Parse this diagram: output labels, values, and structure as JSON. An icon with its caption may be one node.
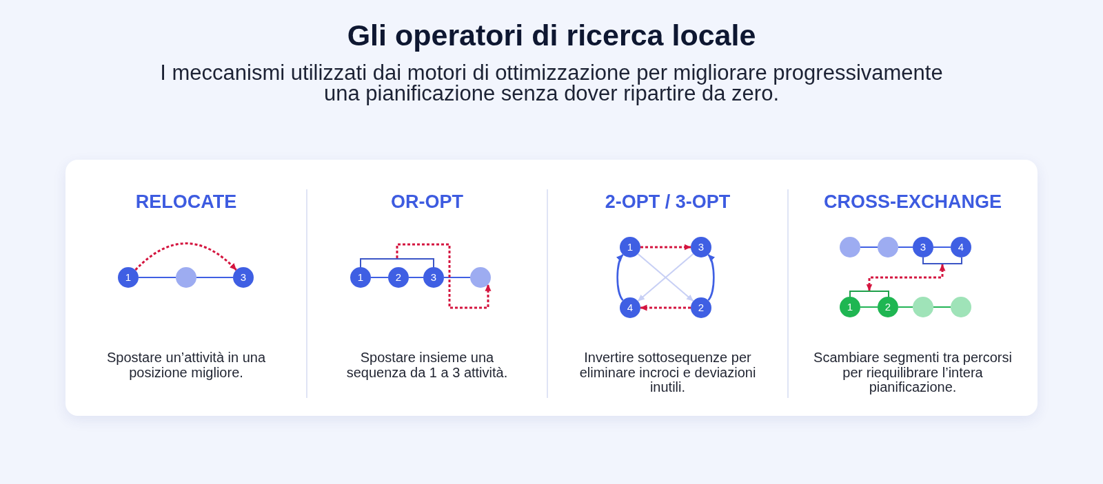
{
  "diagram": {
    "title": "Gli operatori di ricerca locale",
    "nodes": [
      {
        "text": [
          "RELOCATE",
          "Spostare un’attività in una posizione migliore."
        ]
      },
      {
        "text": [
          "1"
        ],
        "in": 0
      },
      {
        "text": [],
        "shape": "circle",
        "in": 0
      },
      {
        "text": [
          "3"
        ],
        "in": 0
      },
      {
        "text": [
          "OR-OPT",
          "Spostare insieme una sequenza da 1 a 3 attività."
        ]
      },
      {
        "text": [],
        "shape": "bracket",
        "in": 4
      },
      {
        "text": [
          "1"
        ],
        "in": 4
      },
      {
        "text": [
          "2"
        ],
        "in": 4
      },
      {
        "text": [
          "3"
        ],
        "in": 4
      },
      {
        "text": [],
        "shape": "circle",
        "in": 4
      },
      {
        "text": [
          "2-OPT / 3-OPT",
          "Invertire sottosequenze per eliminare incroci e deviazioni inutili."
        ]
      },
      {
        "text": [
          "1"
        ],
        "in": 10
      },
      {
        "text": [
          "3"
        ],
        "in": 10
      },
      {
        "text": [
          "4"
        ],
        "in": 10
      },
      {
        "text": [
          "2"
        ],
        "in": 10
      },
      {
        "text": [
          "CROSS-EXCHANGE",
          "Scambiare segmenti tra percorsi per riequilibrare l’intera pianificazione."
        ]
      },
      {
        "text": [],
        "shape": "circle",
        "in": 15
      },
      {
        "text": [],
        "shape": "circle",
        "in": 15
      },
      {
        "text": [
          "3"
        ],
        "in": 15
      },
      {
        "text": [
          "4"
        ],
        "in": 15
      },
      {
        "text": [],
        "shape": "bracket",
        "in": 15
      },
      {
        "text": [],
        "shape": "bracket",
        "in": 15
      },
      {
        "text": [
          "1"
        ],
        "in": 15
      },
      {
        "text": [
          "2"
        ],
        "in": 15
      },
      {
        "text": [],
        "shape": "circle",
        "in": 15
      },
      {
        "text": [],
        "shape": "circle",
        "in": 15
      }
    ],
    "edges": [
      {
        "from": 1,
        "to": 2,
        "arrow": "none"
      },
      {
        "from": 2,
        "to": 3,
        "arrow": "none"
      },
      {
        "from": 1,
        "to": 3,
        "arrow": "to",
        "style": "dashed",
        "color": "#d4153f"
      },
      {
        "from": 6,
        "to": 7,
        "arrow": "none"
      },
      {
        "from": 7,
        "to": 8,
        "arrow": "none"
      },
      {
        "from": 8,
        "to": 9,
        "arrow": "none"
      },
      {
        "from": 5,
        "to": 9,
        "arrow": "to",
        "style": "dashed",
        "color": "#d4153f"
      },
      {
        "from": 11,
        "to": 14,
        "arrow": "to",
        "color": "#c7cff5"
      },
      {
        "from": 12,
        "to": 13,
        "arrow": "to",
        "color": "#c7cff5"
      },
      {
        "from": 11,
        "to": 12,
        "arrow": "to",
        "style": "dashed",
        "color": "#d4153f"
      },
      {
        "from": 14,
        "to": 13,
        "arrow": "to",
        "style": "dashed",
        "color": "#d4153f"
      },
      {
        "from": 13,
        "to": 11,
        "arrow": "to"
      },
      {
        "from": 14,
        "to": 12,
        "arrow": "to"
      },
      {
        "from": 16,
        "to": 17,
        "arrow": "none"
      },
      {
        "from": 17,
        "to": 18,
        "arrow": "none"
      },
      {
        "from": 18,
        "to": 19,
        "arrow": "none"
      },
      {
        "from": 20,
        "to": 21,
        "arrow": "both",
        "style": "dashed",
        "color": "#d4153f"
      },
      {
        "from": 22,
        "to": 23,
        "arrow": "none",
        "color": "#22b455"
      },
      {
        "from": 23,
        "to": 24,
        "arrow": "none",
        "color": "#22b455"
      },
      {
        "from": 24,
        "to": 25,
        "arrow": "none",
        "color": "#22b455"
      }
    ],
    "labels": [
      "I meccanismi utilizzati dai motori di ottimizzazione per migliorare progressivamente una pianificazione senza dover ripartire da zero."
    ]
  }
}
